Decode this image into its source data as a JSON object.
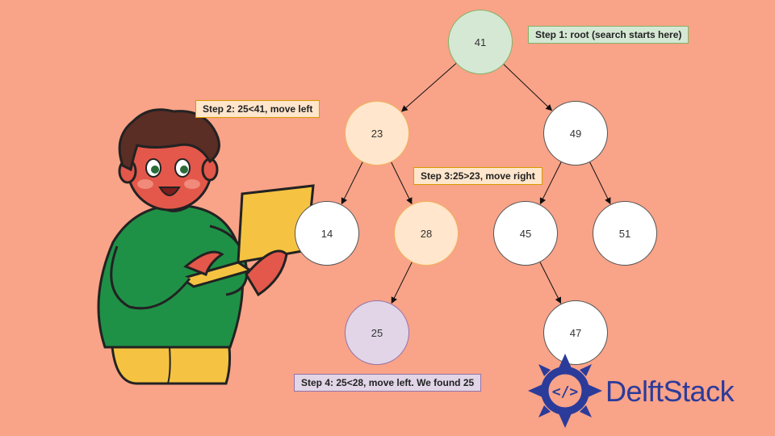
{
  "colors": {
    "background": "#f9a388",
    "root": "#d5e8d4",
    "left_path": "#ffe6cc",
    "left_path_border": "#f0b45a",
    "found": "#e1d5e7",
    "plain": "#ffffff",
    "callout_green": "#d5e8d4",
    "callout_orange": "#ffe6cc",
    "callout_purple": "#e1d5e7",
    "brand": "#2b3b9a"
  },
  "tree": {
    "nodes": [
      {
        "id": "n41",
        "label": "41",
        "role": "root"
      },
      {
        "id": "n23",
        "label": "23",
        "role": "path"
      },
      {
        "id": "n49",
        "label": "49",
        "role": "plain"
      },
      {
        "id": "n14",
        "label": "14",
        "role": "plain"
      },
      {
        "id": "n28",
        "label": "28",
        "role": "path"
      },
      {
        "id": "n45",
        "label": "45",
        "role": "plain"
      },
      {
        "id": "n51",
        "label": "51",
        "role": "plain"
      },
      {
        "id": "n25",
        "label": "25",
        "role": "found"
      },
      {
        "id": "n47",
        "label": "47",
        "role": "plain"
      }
    ],
    "edges": [
      [
        "n41",
        "n23"
      ],
      [
        "n41",
        "n49"
      ],
      [
        "n23",
        "n14"
      ],
      [
        "n23",
        "n28"
      ],
      [
        "n49",
        "n45"
      ],
      [
        "n49",
        "n51"
      ],
      [
        "n28",
        "n25"
      ],
      [
        "n45",
        "n47"
      ]
    ]
  },
  "steps": {
    "step1": "Step 1: root (search starts here)",
    "step2": "Step 2: 25<41, move left",
    "step3": "Step 3:25>23, move right",
    "step4": "Step 4: 25<28, move left. We found 25"
  },
  "logo": {
    "text_part1": "Delft",
    "text_part2": "Stack",
    "icon": "code-bracket-mandala-icon"
  },
  "illustration": {
    "icon": "person-with-laptop-illustration"
  }
}
